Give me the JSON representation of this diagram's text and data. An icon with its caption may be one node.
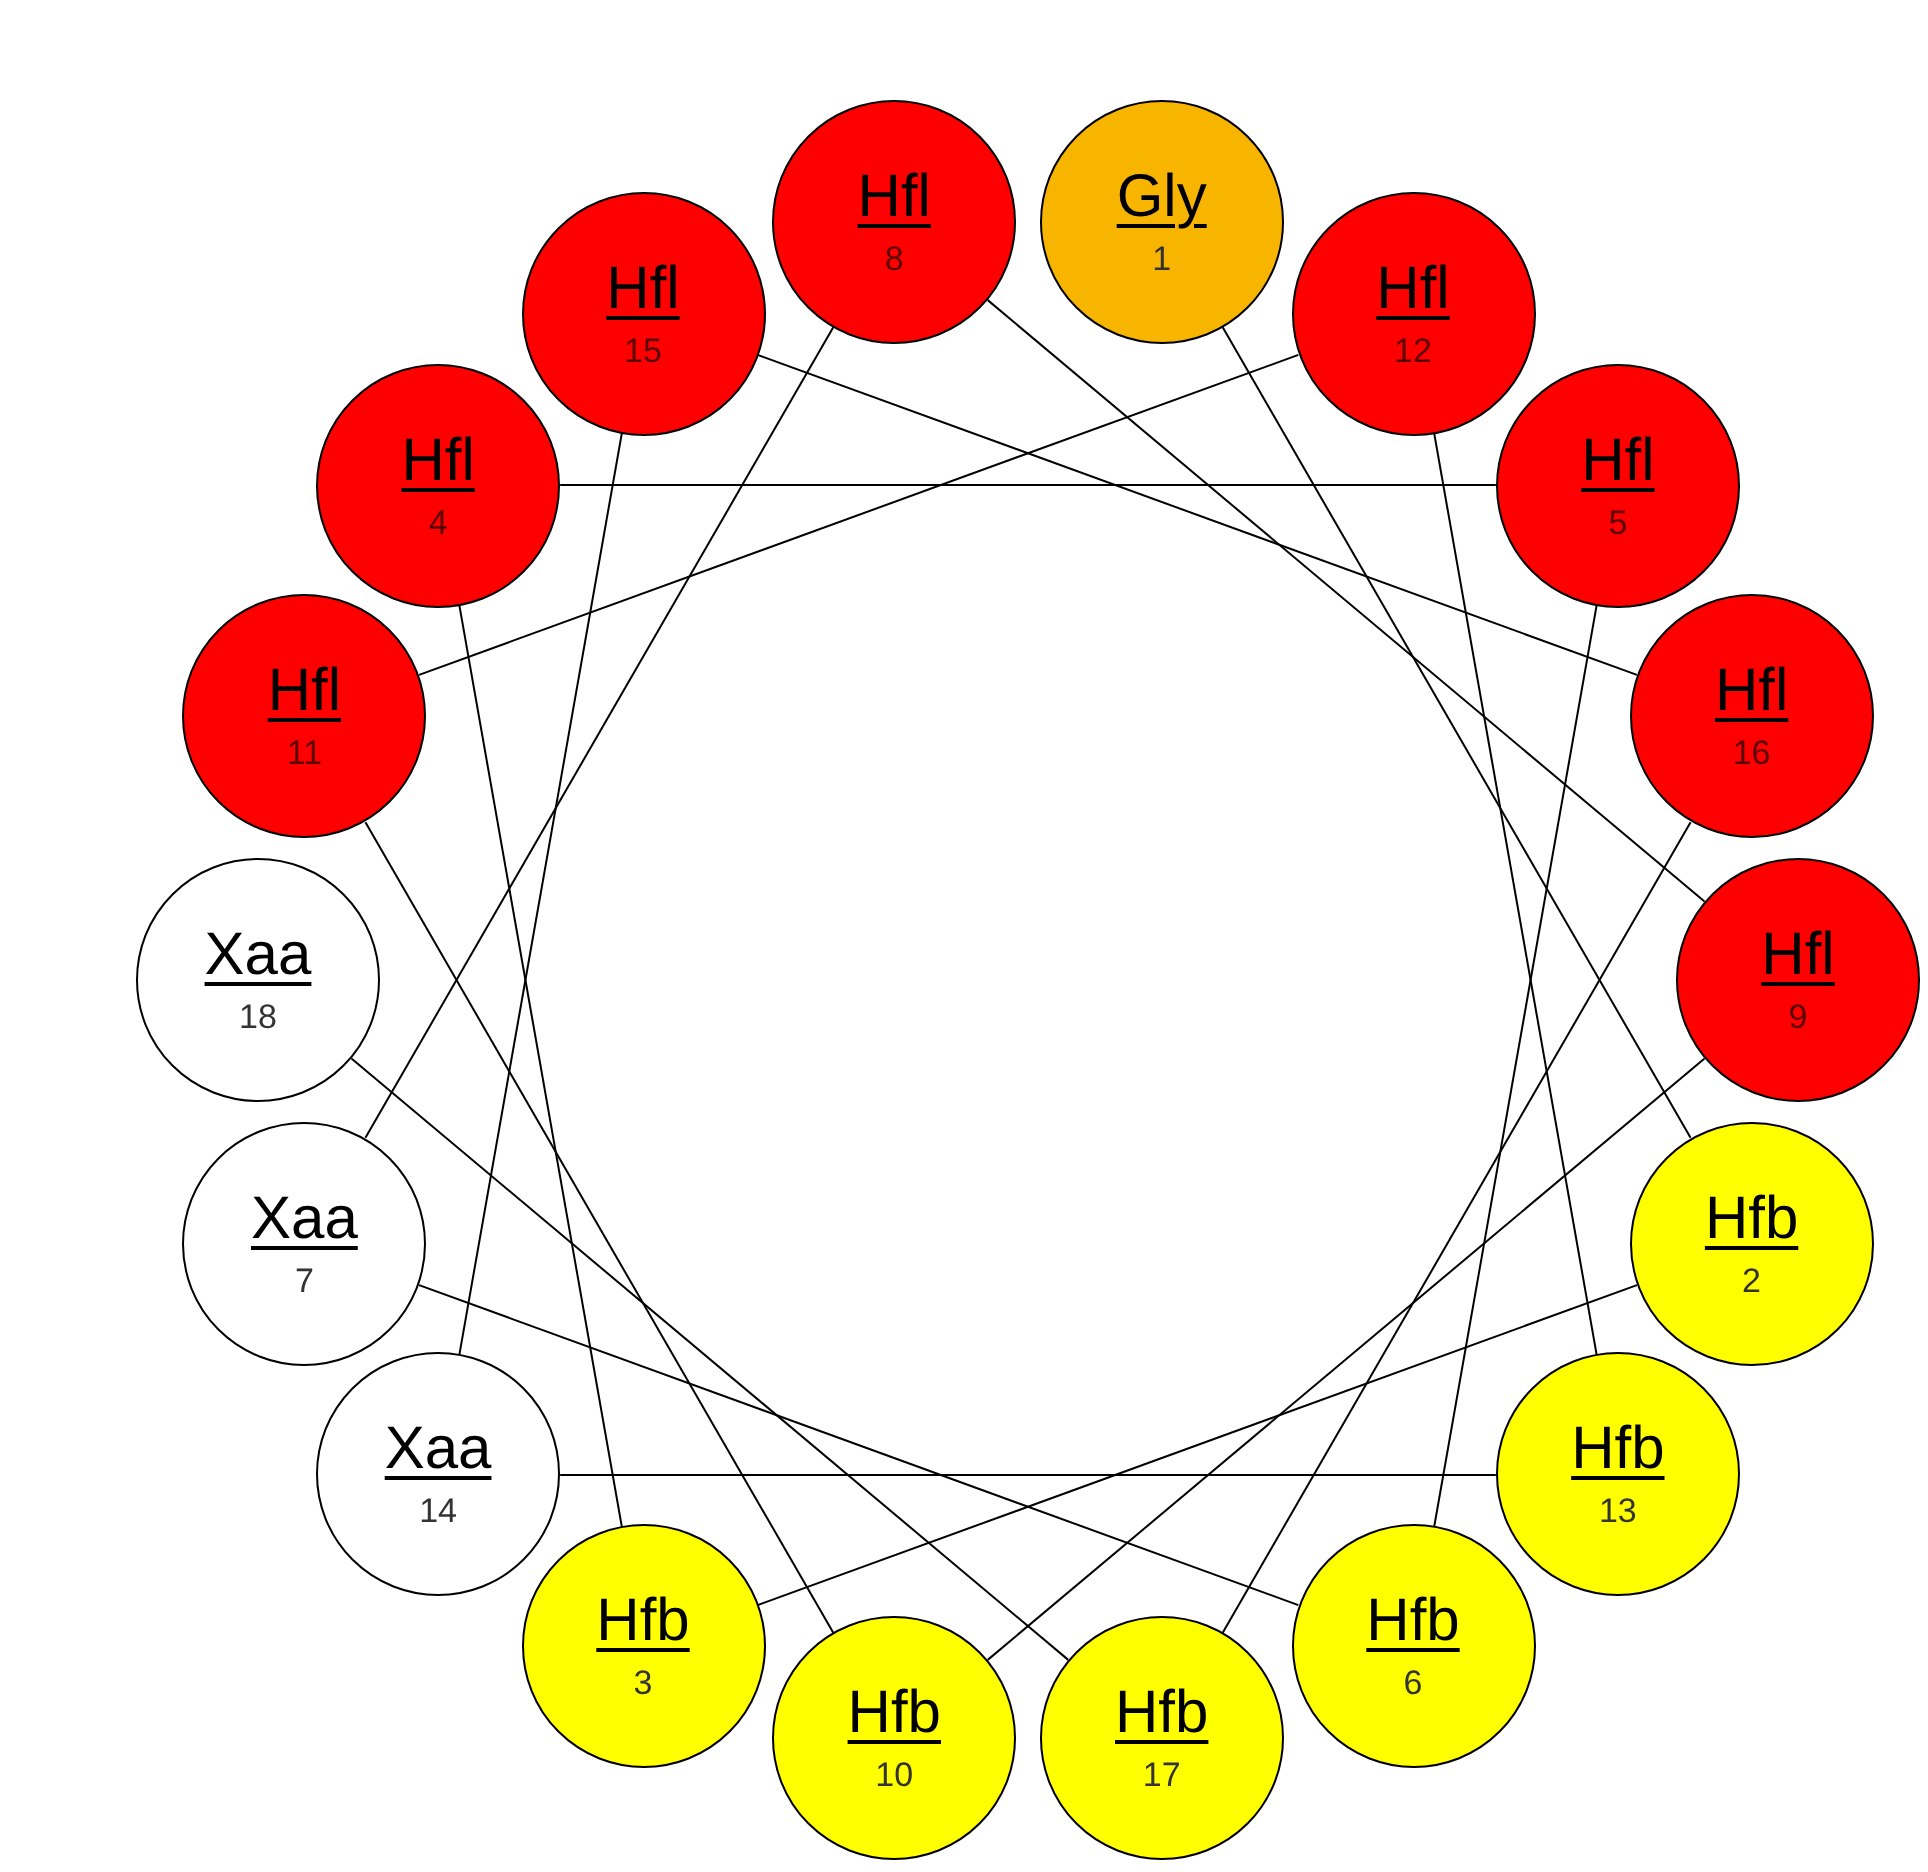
{
  "diagram": {
    "nodes": [
      {
        "text": [
          "Gly",
          "1"
        ]
      },
      {
        "text": [
          "Hfb",
          "2"
        ]
      },
      {
        "text": [
          "Hfb",
          "3"
        ]
      },
      {
        "text": [
          "Hfl",
          "4"
        ]
      },
      {
        "text": [
          "Hfl",
          "5"
        ]
      },
      {
        "text": [
          "Hfb",
          "6"
        ]
      },
      {
        "text": [
          "Xaa",
          "7"
        ]
      },
      {
        "text": [
          "Hfl",
          "8"
        ]
      },
      {
        "text": [
          "Hfl",
          "9"
        ]
      },
      {
        "text": [
          "Hfb",
          "10"
        ]
      },
      {
        "text": [
          "Hfl",
          "11"
        ]
      },
      {
        "text": [
          "Hfl",
          "12"
        ]
      },
      {
        "text": [
          "Hfb",
          "13"
        ]
      },
      {
        "text": [
          "Xaa",
          "14"
        ]
      },
      {
        "text": [
          "Hfl",
          "15"
        ]
      },
      {
        "text": [
          "Hfl",
          "16"
        ]
      },
      {
        "text": [
          "Hfb",
          "17"
        ]
      },
      {
        "text": [
          "Xaa",
          "18"
        ]
      }
    ],
    "edges": [
      {
        "from": 0,
        "to": 1,
        "arrow": "none"
      },
      {
        "from": 1,
        "to": 2,
        "arrow": "none"
      },
      {
        "from": 2,
        "to": 3,
        "arrow": "none"
      },
      {
        "from": 3,
        "to": 4,
        "arrow": "none"
      },
      {
        "from": 4,
        "to": 5,
        "arrow": "none"
      },
      {
        "from": 5,
        "to": 6,
        "arrow": "none"
      },
      {
        "from": 6,
        "to": 7,
        "arrow": "none"
      },
      {
        "from": 7,
        "to": 8,
        "arrow": "none"
      },
      {
        "from": 8,
        "to": 9,
        "arrow": "none"
      },
      {
        "from": 9,
        "to": 10,
        "arrow": "none"
      },
      {
        "from": 10,
        "to": 11,
        "arrow": "none"
      },
      {
        "from": 11,
        "to": 12,
        "arrow": "none"
      },
      {
        "from": 12,
        "to": 13,
        "arrow": "none"
      },
      {
        "from": 13,
        "to": 14,
        "arrow": "none"
      },
      {
        "from": 14,
        "to": 15,
        "arrow": "none"
      },
      {
        "from": 15,
        "to": 16,
        "arrow": "none"
      },
      {
        "from": 16,
        "to": 17,
        "arrow": "none"
      }
    ]
  }
}
